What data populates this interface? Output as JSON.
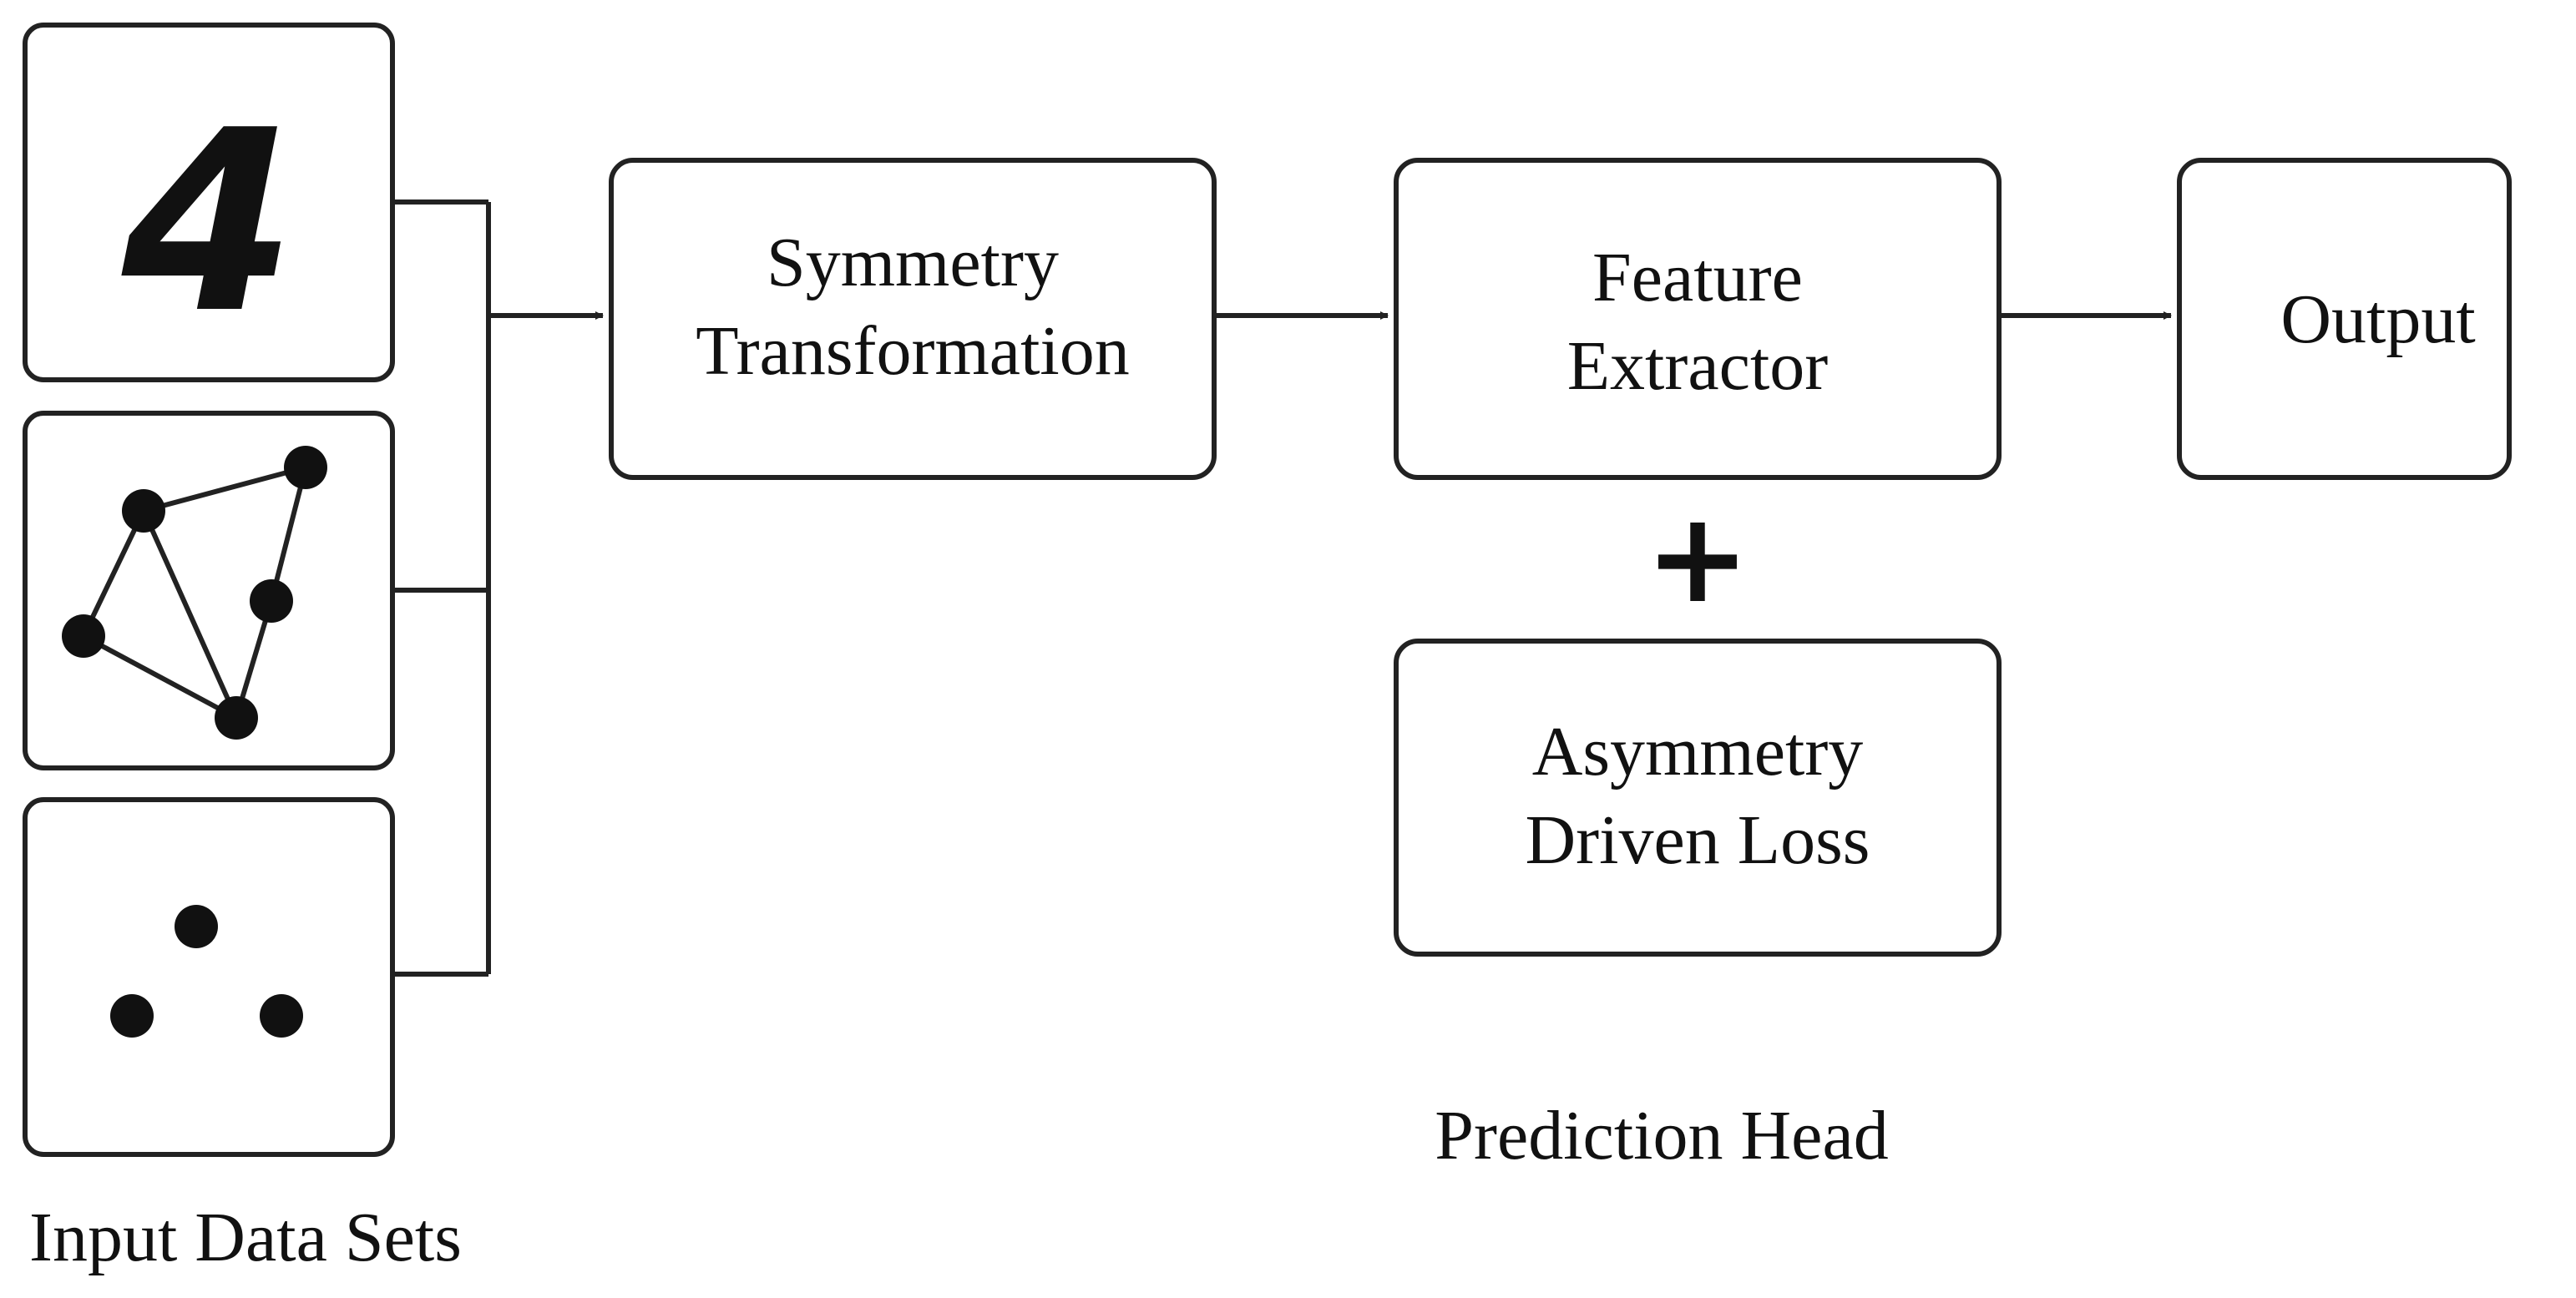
{
  "input_group": {
    "caption": "Input Data Sets",
    "panels": [
      {
        "name": "digit-image",
        "digit": "4"
      },
      {
        "name": "graph-image"
      },
      {
        "name": "point-cloud-image"
      }
    ]
  },
  "nodes": {
    "symmetry": {
      "line1": "Symmetry",
      "line2": "Transformation"
    },
    "feature": {
      "line1": "Feature",
      "line2": "Extractor"
    },
    "loss": {
      "line1": "Asymmetry",
      "line2": "Driven Loss"
    },
    "output": {
      "label": "Output"
    }
  },
  "plus": {
    "symbol": "+"
  },
  "prediction_head": {
    "caption": "Prediction Head"
  }
}
